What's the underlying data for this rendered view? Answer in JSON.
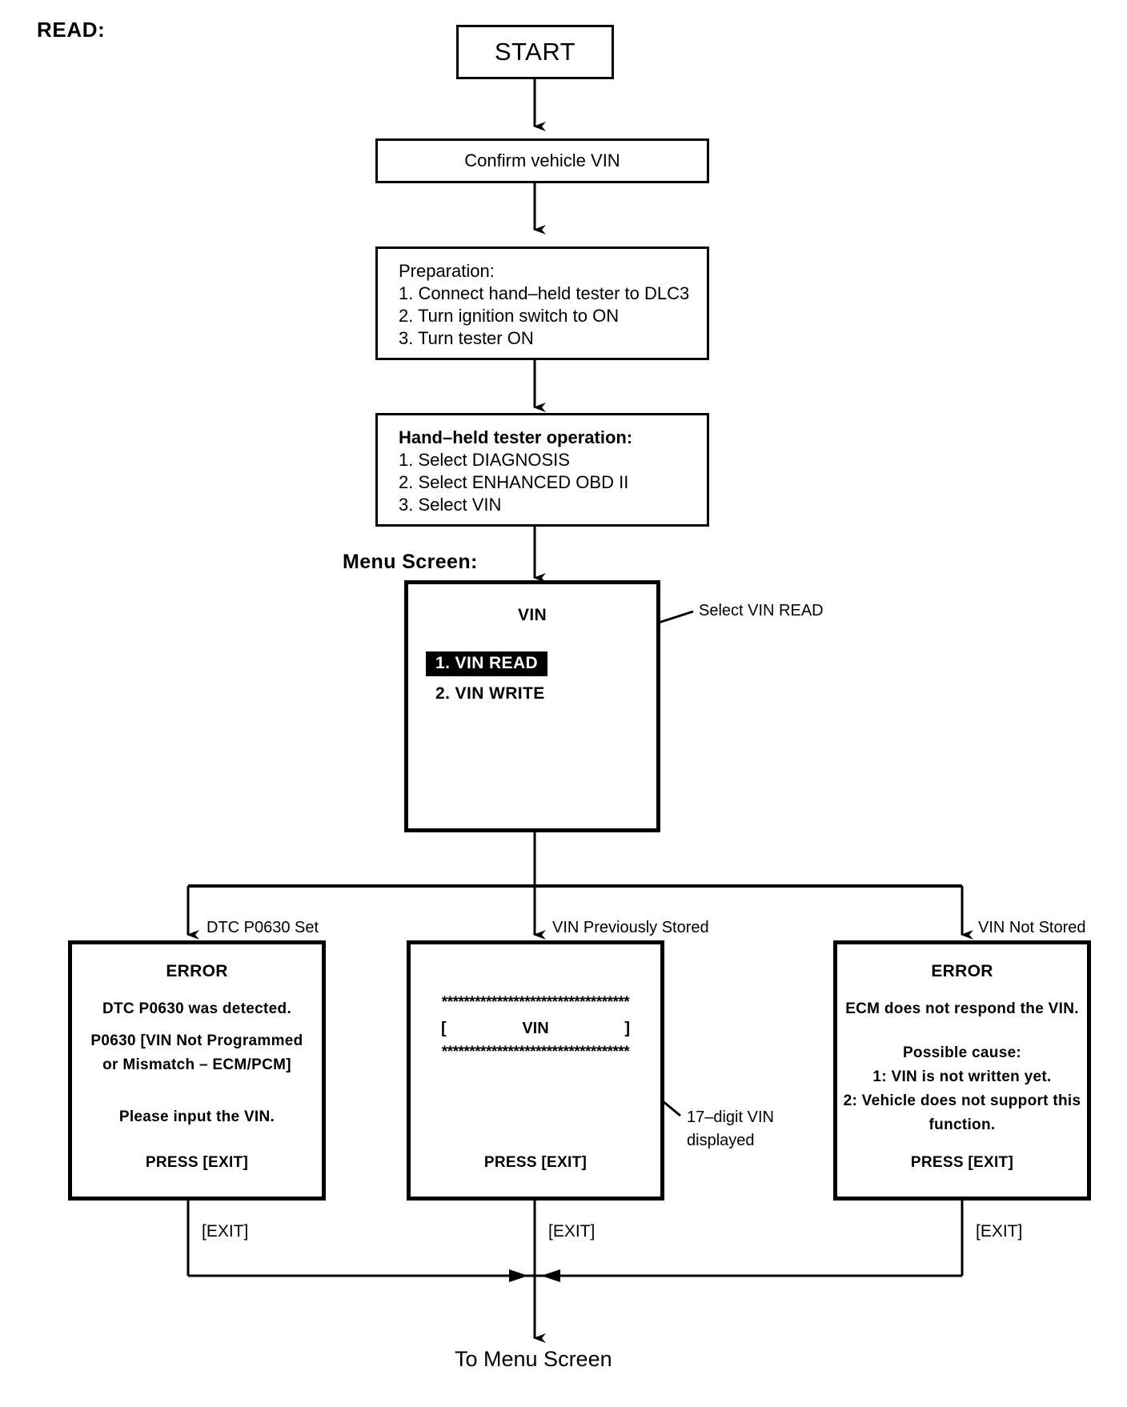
{
  "page": {
    "title": "READ:",
    "menu_screen_label": "Menu Screen:",
    "footer": "To Menu Screen"
  },
  "flow": {
    "start": "START",
    "confirm": "Confirm vehicle VIN",
    "preparation": {
      "heading": "Preparation:",
      "steps": [
        "1. Connect hand–held tester to DLC3",
        "2. Turn ignition switch to ON",
        "3. Turn tester ON"
      ]
    },
    "tester_operation": {
      "heading": "Hand–held tester operation:",
      "steps": [
        "1. Select DIAGNOSIS",
        "2. Select ENHANCED OBD II",
        "3. Select VIN"
      ]
    }
  },
  "menu_screen": {
    "title": "VIN",
    "items": [
      {
        "label": "1. VIN READ",
        "selected": true
      },
      {
        "label": "2. VIN WRITE",
        "selected": false
      }
    ],
    "callout": "Select VIN READ"
  },
  "branches": [
    {
      "label": "DTC P0630 Set"
    },
    {
      "label": "VIN Previously Stored"
    },
    {
      "label": "VIN Not Stored"
    }
  ],
  "screens": {
    "error_dtc": {
      "title": "ERROR",
      "lines": [
        "DTC P0630 was detected.",
        "P0630  [VIN Not Programmed",
        "or Mismatch – ECM/PCM]",
        "Please input the VIN."
      ],
      "footer": "PRESS [EXIT]"
    },
    "vin_stored": {
      "stars": "**********************************",
      "bracket_open": "[",
      "vin_text": "VIN",
      "bracket_close": "]",
      "footer": "PRESS [EXIT]",
      "callout": "17–digit VIN\ndisplayed",
      "callout_line1": "17–digit VIN",
      "callout_line2": "displayed"
    },
    "error_no_vin": {
      "title": "ERROR",
      "lines": [
        "ECM does not respond the VIN.",
        "Possible cause:",
        "1: VIN is not written yet.",
        "2: Vehicle does not support this",
        "function."
      ],
      "footer": "PRESS [EXIT]"
    }
  },
  "exit_labels": [
    "[EXIT]",
    "[EXIT]",
    "[EXIT]"
  ],
  "colors": {
    "ink": "#000000",
    "paper": "#ffffff",
    "highlight_bg": "#000000",
    "highlight_fg": "#ffffff"
  }
}
